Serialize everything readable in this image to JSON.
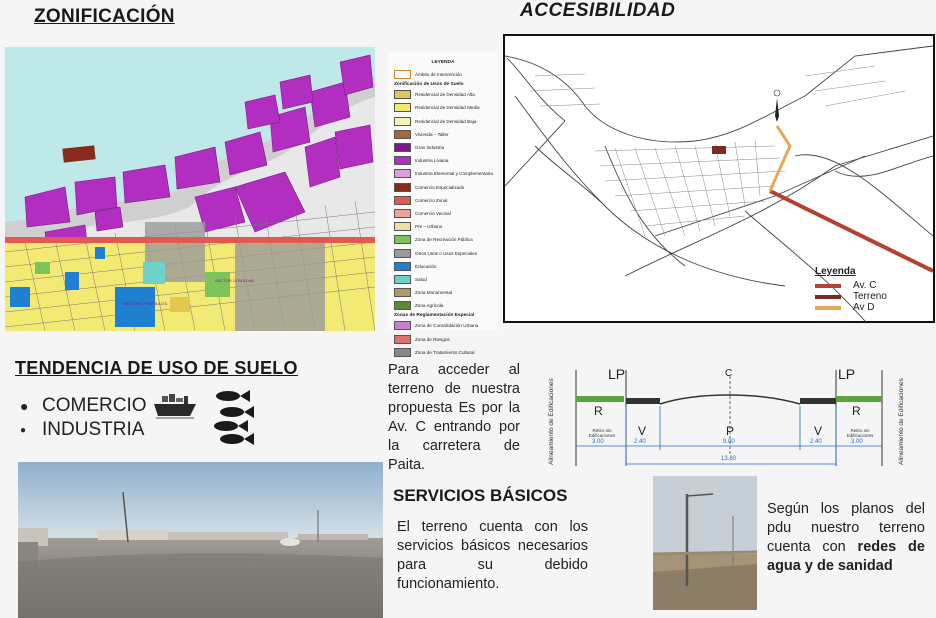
{
  "zonificacion": {
    "title": "ZONIFICACIÓN",
    "map_labels": {
      "sector": "SECTOR 13 BOLIVIA",
      "sector_b": "SECTOR 12 PAITA ALTA"
    },
    "legend": {
      "title": "LEYENDA",
      "ambito": "Ámbito de Intervención",
      "subtitle": "Zonificación de Usos de Suelo",
      "items": [
        {
          "label": "Residencial de Densidad Alta",
          "color": "#e2c84f"
        },
        {
          "label": "Residencial de Densidad Media",
          "color": "#f2ea72"
        },
        {
          "label": "Residencial de Densidad Baja",
          "color": "#f7f3b2"
        },
        {
          "label": "Vivienda – Taller",
          "color": "#a26a38"
        },
        {
          "label": "Gran Industria",
          "color": "#7b1c86"
        },
        {
          "label": "Industria Liviana",
          "color": "#b12ec0"
        },
        {
          "label": "Industria Elemental y Complementaria",
          "color": "#dca0da"
        },
        {
          "label": "Comercio Especializado",
          "color": "#8a2a1a"
        },
        {
          "label": "Comercio Zonal",
          "color": "#e25a4f"
        },
        {
          "label": "Comercio Vecinal",
          "color": "#f0a09a"
        },
        {
          "label": "Pre – Urbano",
          "color": "#e9e0a0"
        },
        {
          "label": "Zona de Recreación Pública",
          "color": "#7cc45a"
        },
        {
          "label": "Otros Usos o Usos Especiales",
          "color": "#9a9a9a"
        },
        {
          "label": "Educación",
          "color": "#1f7fd0"
        },
        {
          "label": "Salud",
          "color": "#6ed3c6"
        },
        {
          "label": "Zona Monumental",
          "color": "#b39a6a"
        },
        {
          "label": "Zona Agrícola",
          "color": "#5a8a3a"
        }
      ],
      "special_title": "Zonas de Reglamentación Especial",
      "special_items": [
        {
          "label": "Zona de Consolidación Urbana",
          "color": "#c77fd0"
        },
        {
          "label": "Zona de Riesgos",
          "color": "#e07070"
        },
        {
          "label": "Zona de Tratamiento Cultural",
          "color": "#888888"
        }
      ]
    }
  },
  "accesibilidad": {
    "title": "ACCESIBILIDAD",
    "legend": {
      "title": "Leyenda",
      "items": [
        {
          "label": "Av. C",
          "color": "#b5412f"
        },
        {
          "label": "Terreno",
          "color": "#7a2a20"
        },
        {
          "label": "Av D",
          "color": "#e8a85a"
        }
      ]
    }
  },
  "tendencia": {
    "title": "TENDENCIA DE USO DE SUELO",
    "items": [
      "COMERCIO",
      "INDUSTRIA"
    ]
  },
  "acceso_text": "Para acceder al terreno de nuestra propuesta Es por la Av. C entrando por la carretera de Paita.",
  "section_diagram": {
    "lp_left": "LP",
    "lp_right": "LP",
    "center": "C",
    "zones": [
      "R",
      "V",
      "P",
      "V",
      "R"
    ],
    "retiro": "Retiro sin Edificaciones",
    "dims": [
      "3.00",
      "2.40",
      "9.00",
      "2.40",
      "3.00"
    ],
    "total": "13.80",
    "vertical_label": "Alineamiento de Edificaciones"
  },
  "servicios": {
    "title": "SERVICIOS BÁSICOS",
    "text": "El terreno cuenta con los servicios básicos necesarios para su debido funcionamiento."
  },
  "pdu": {
    "text_pre": "Según los planos del pdu nuestro terreno cuenta con ",
    "text_bold": "redes de agua y de sanidad"
  }
}
